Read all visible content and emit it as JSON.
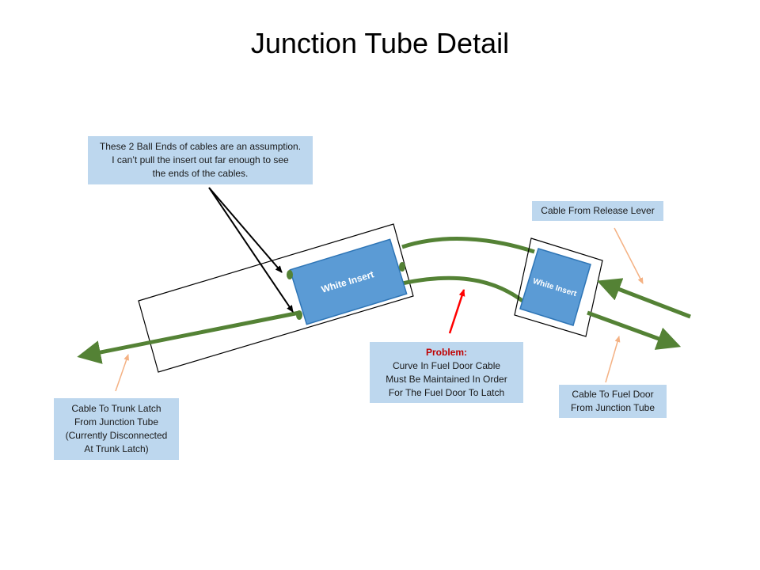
{
  "title": "Junction Tube Detail",
  "insert_labels": {
    "large": "White Insert",
    "small": "White Insert"
  },
  "callouts": {
    "assumption": {
      "lines": [
        "These 2 Ball Ends of cables are an assumption.",
        "I can’t pull the insert out far enough  to see",
        "the ends of the cables."
      ]
    },
    "release_lever": {
      "lines": [
        "Cable From Release Lever"
      ]
    },
    "trunk_latch": {
      "lines": [
        "Cable To Trunk Latch",
        "From Junction Tube",
        "(Currently Disconnected",
        "At Trunk Latch)"
      ]
    },
    "problem": {
      "heading": "Problem:",
      "lines": [
        "Curve In Fuel Door Cable",
        "Must Be Maintained In  Order",
        "For The Fuel Door To Latch"
      ]
    },
    "fuel_door": {
      "lines": [
        "Cable To Fuel Door",
        "From Junction Tube"
      ]
    }
  },
  "colors": {
    "cable": "#548235",
    "insert": "#5b9bd5",
    "insert_border": "#2e75b6",
    "callout_bg": "#bdd7ee",
    "problem_arrow": "#ff0000",
    "pointer_arrow": "#f4b183"
  }
}
